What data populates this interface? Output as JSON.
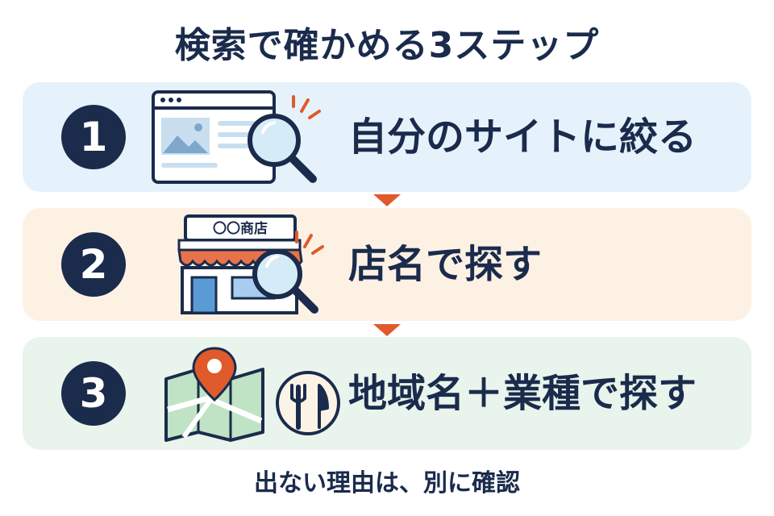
{
  "title": "検索で確かめる3ステップ",
  "steps": [
    {
      "number": "1",
      "label": "自分のサイトに絞る"
    },
    {
      "number": "2",
      "label": "店名で探す",
      "sign_text": "〇〇商店"
    },
    {
      "number": "3",
      "label": "地域名＋業種で探す"
    }
  ],
  "footer": "出ない理由は、別に確認",
  "colors": {
    "navy": "#1a2b4c",
    "accent_orange": "#e05a2b",
    "step1_bg": "#e6f2fb",
    "step2_bg": "#fdf1e4",
    "step3_bg": "#e9f4ec"
  }
}
